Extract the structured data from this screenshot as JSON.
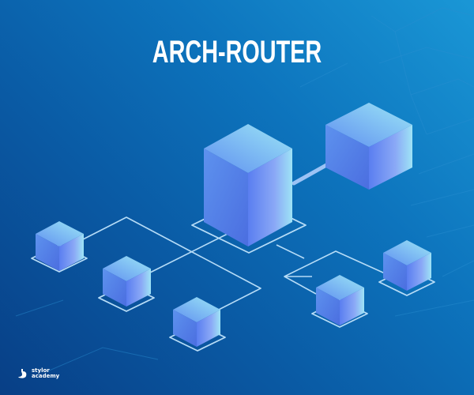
{
  "title": "ARCH-ROUTER",
  "logo": {
    "line1": "stylor",
    "line2": "academy",
    "icon": "stomach-icon"
  },
  "colors": {
    "background_top_right": "#1a97d6",
    "background_bottom_left": "#083f86",
    "cube_light": "#8fe0f5",
    "cube_mid": "#5c8ff0",
    "cube_dark": "#4a6fe0",
    "connector": "#a9d4f5",
    "title": "#ffffff"
  },
  "diagram": {
    "nodes": [
      {
        "id": "main-router",
        "size": "large-tall"
      },
      {
        "id": "remote-server",
        "size": "large"
      },
      {
        "id": "node-left-1",
        "size": "small"
      },
      {
        "id": "node-left-2",
        "size": "small"
      },
      {
        "id": "node-left-3",
        "size": "small"
      },
      {
        "id": "node-right-1",
        "size": "small"
      },
      {
        "id": "node-right-2",
        "size": "small"
      }
    ]
  }
}
